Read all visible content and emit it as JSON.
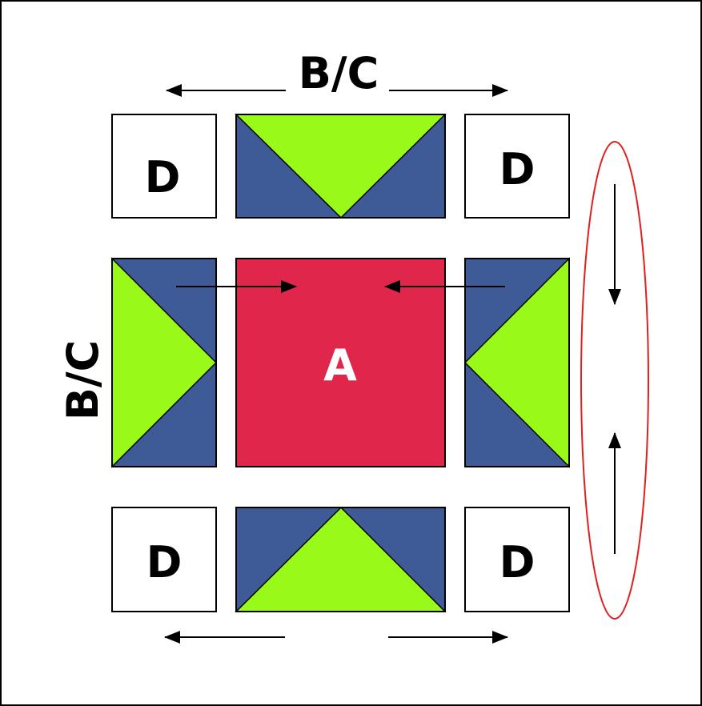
{
  "labels": {
    "top": "B/C",
    "side": "B/C",
    "center": "A",
    "corner_top_left": "D",
    "corner_top_right": "D",
    "corner_bottom_left": "D",
    "corner_bottom_right": "D"
  },
  "colors": {
    "center_block": "#e0264a",
    "navy": "#3e5b97",
    "lime": "#99fa1a",
    "outline": "#000000",
    "highlight_ellipse": "#e02020",
    "background": "#ffffff"
  }
}
